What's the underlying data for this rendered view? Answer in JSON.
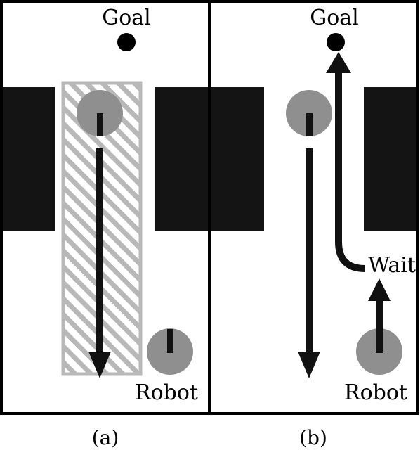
{
  "panels": [
    {
      "caption": "(a)",
      "goal_label": "Goal",
      "robot_label": "Robot"
    },
    {
      "caption": "(b)",
      "goal_label": "Goal",
      "robot_label": "Robot",
      "wait_label": "Wait"
    }
  ],
  "colors": {
    "wall": "#141414",
    "frame": "#000000",
    "agent": "#8f8f8f",
    "hatch": "#b8b8b8",
    "arrow": "#111111"
  }
}
